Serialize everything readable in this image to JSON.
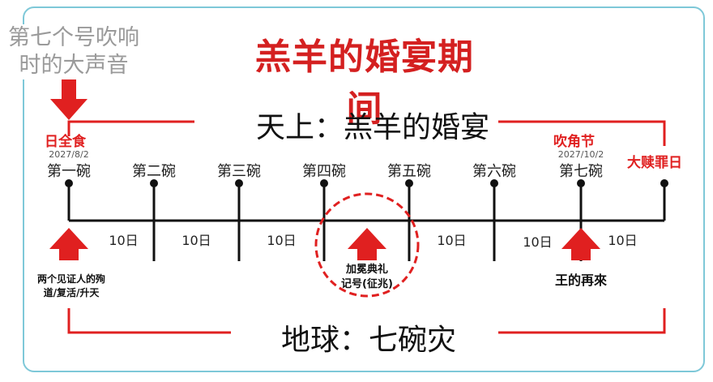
{
  "title": "羔羊的婚宴期间",
  "corner_note": [
    "第七个号吹响",
    "时的大声音"
  ],
  "heaven_label": "天上：羔羊的婚宴",
  "earth_label": "地球：七碗灾",
  "events": {
    "solar_eclipse": "日全食",
    "trumpets": "吹角节",
    "atonement": "大赎罪日"
  },
  "bowls": [
    {
      "label": "第一碗",
      "date": "2027/8/2"
    },
    {
      "label": "第二碗",
      "date": ""
    },
    {
      "label": "第三碗",
      "date": ""
    },
    {
      "label": "第四碗",
      "date": ""
    },
    {
      "label": "第五碗",
      "date": ""
    },
    {
      "label": "第六碗",
      "date": ""
    },
    {
      "label": "第七碗",
      "date": "2027/10/2"
    }
  ],
  "interval_label": "10日",
  "notes": {
    "two_witnesses": [
      "两个见证人的殉",
      "道/复活/升天"
    ],
    "seal": [
      "加冕典礼",
      "记号(征兆)"
    ],
    "kings_return": "王的再來"
  },
  "colors": {
    "accent_red": "#e02020",
    "title_red": "#d42020",
    "frame": "#7ec8d8",
    "line": "#111111"
  }
}
